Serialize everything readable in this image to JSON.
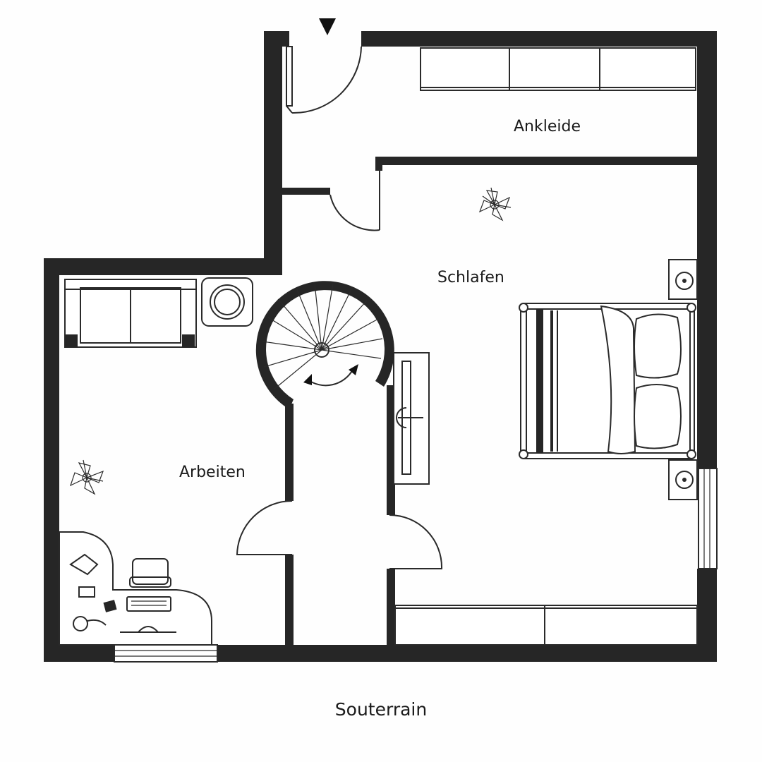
{
  "plan": {
    "floor_label": "Souterrain",
    "rooms": {
      "ankleide": "Ankleide",
      "schlafen": "Schlafen",
      "arbeiten": "Arbeiten"
    }
  }
}
